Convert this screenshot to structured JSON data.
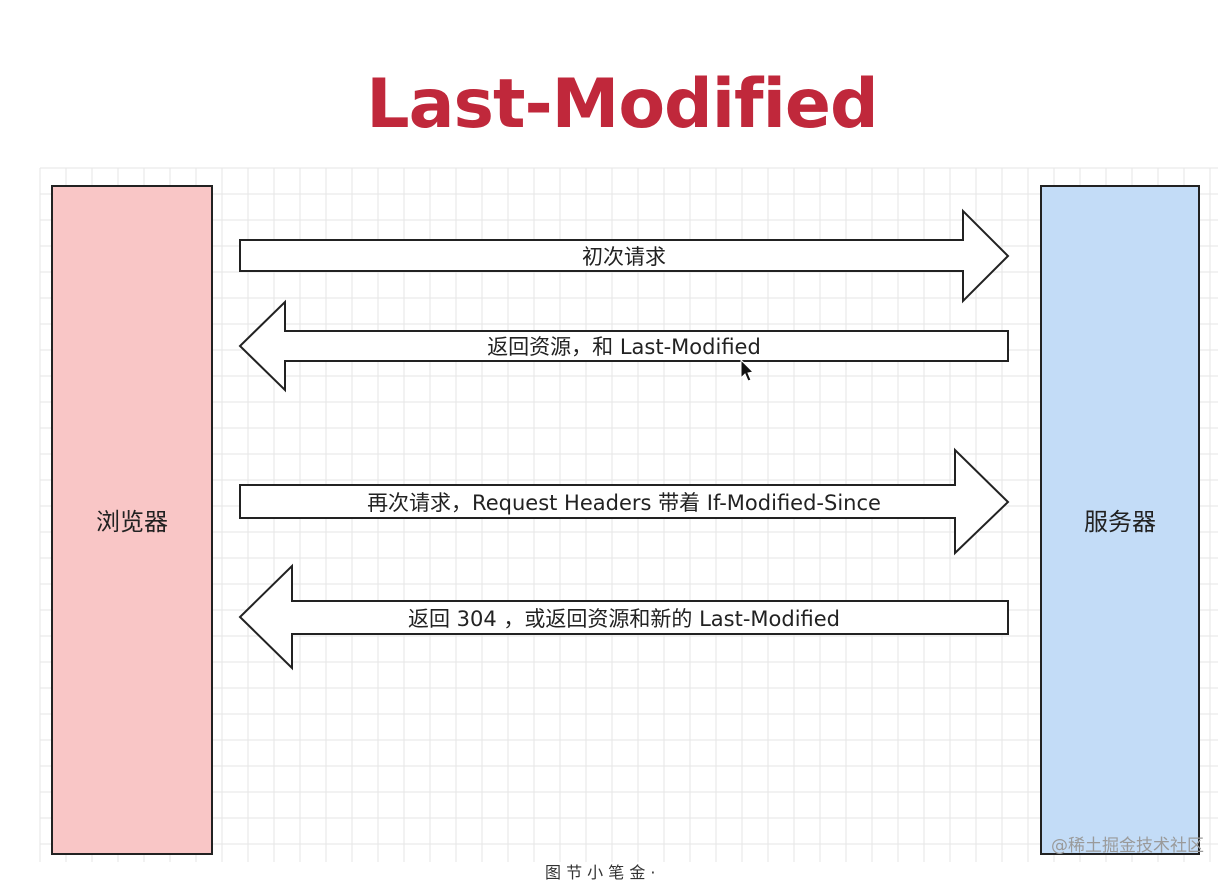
{
  "title": "Last-Modified",
  "colors": {
    "title": "#c0283b",
    "browser_fill": "#f9c6c6",
    "server_fill": "#c3dcf7",
    "stroke": "#222222",
    "grid": "#e6e6e6"
  },
  "nodes": {
    "browser": {
      "label": "浏览器"
    },
    "server": {
      "label": "服务器"
    }
  },
  "arrows": [
    {
      "direction": "right",
      "label": "初次请求"
    },
    {
      "direction": "left",
      "label": "返回资源，和 Last-Modified"
    },
    {
      "direction": "right",
      "label": "再次请求，Request Headers 带着 If-Modified-Since"
    },
    {
      "direction": "left",
      "label": "返回 304 ，或返回资源和新的 Last-Modified"
    }
  ],
  "watermark": "@稀土掘金技术社区",
  "bottom_fragment": "图 节 小 笔 金 ·"
}
